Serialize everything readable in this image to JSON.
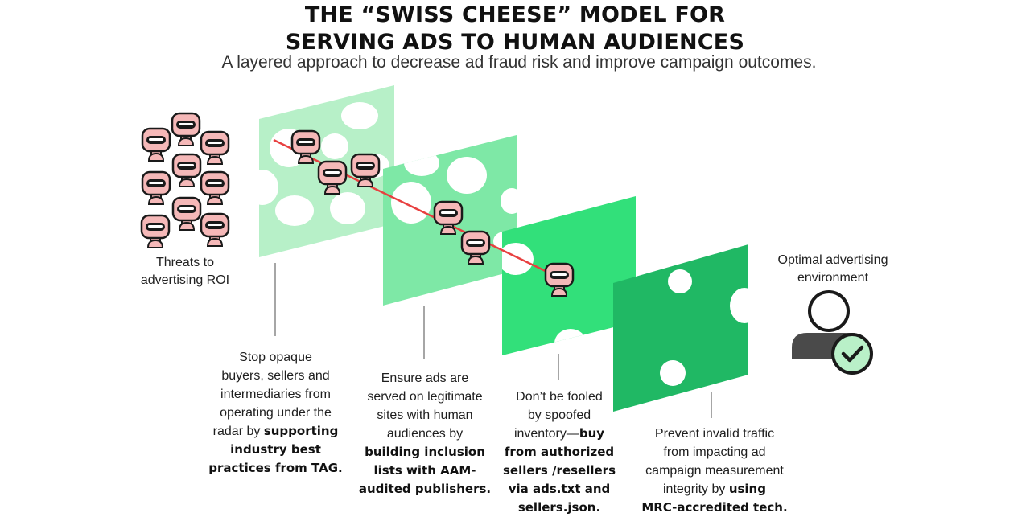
{
  "title": {
    "line1": "THE “SWISS CHEESE” MODEL FOR",
    "line2": "SERVING ADS TO HUMAN AUDIENCES"
  },
  "subtitle": "A layered approach to decrease ad fraud risk and improve campaign outcomes.",
  "labels": {
    "threats_line1": "Threats to",
    "threats_line2": "advertising ROI",
    "optimal_line1": "Optimal advertising",
    "optimal_line2": "environment"
  },
  "layers": [
    {
      "color": "#b7f0c8",
      "caption_plain": [
        "Stop opaque",
        "buyers, sellers and",
        "intermediaries from",
        "operating under the",
        "radar by "
      ],
      "caption_bold": [
        "supporting",
        "industry best",
        "practices from TAG."
      ]
    },
    {
      "color": "#7ee8a6",
      "caption_plain": [
        "Ensure ads are",
        "served on legitimate",
        "sites with human",
        "audiences by"
      ],
      "caption_bold": [
        "building inclusion",
        "lists with AAM-",
        "audited publishers."
      ]
    },
    {
      "color": "#32e07a",
      "caption_plain": [
        "Don’t be fooled",
        "by spoofed",
        "inventory—"
      ],
      "caption_bold": [
        "buy",
        "from authorized",
        "sellers /resellers",
        "via ads.txt and",
        "sellers.json."
      ]
    },
    {
      "color": "#20b864",
      "caption_plain": [
        "Prevent invalid traffic",
        "from impacting ad",
        "campaign measurement",
        "integrity by "
      ],
      "caption_bold": [
        "using",
        "MRC-accredited tech."
      ]
    }
  ],
  "icons": {
    "threat": "robot-icon",
    "audience": "person-check-icon"
  },
  "colors": {
    "robot_face": "#f5b8b8",
    "robot_outline": "#1a1a1a",
    "threat_path": "#e84040",
    "check_badge": "#b9f0c8"
  }
}
